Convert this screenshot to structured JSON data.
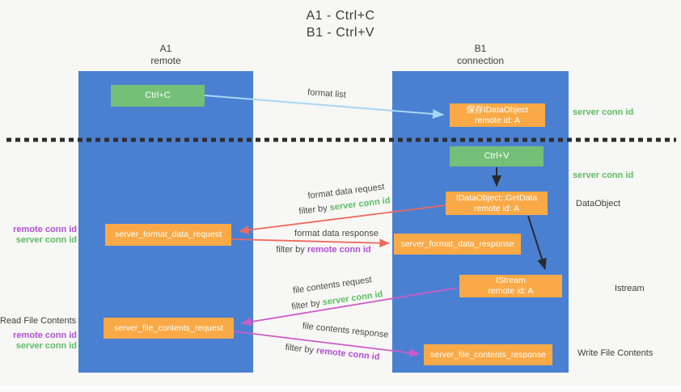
{
  "title": {
    "line1": "A1 - Ctrl+C",
    "line2": "B1 - Ctrl+V"
  },
  "columns": {
    "a1": {
      "title": "A1",
      "subtitle": "remote"
    },
    "b1": {
      "title": "B1",
      "subtitle": "connection"
    }
  },
  "nodes": {
    "ctrl_c": {
      "label": "Ctrl+C"
    },
    "ctrl_v": {
      "label": "Ctrl+V"
    },
    "save_idataobject": {
      "line1": "保存IDataObject",
      "line2": "remote id: A"
    },
    "idataobject_getdata": {
      "line1": "IDataObject::GetData",
      "line2": "remote id: A"
    },
    "istream": {
      "line1": "IStream",
      "line2": "remote id: A"
    },
    "server_format_data_request": {
      "label": "server_format_data_request"
    },
    "server_format_data_response": {
      "label": "server_format_data_response"
    },
    "server_file_contents_request": {
      "label": "server_file_contents_request"
    },
    "server_file_contents_response": {
      "label": "server_file_contents_response"
    }
  },
  "edge_labels": {
    "format_list": "format list",
    "format_data_request": "format data request",
    "format_data_response": "format data response",
    "file_contents_request": "file contents request",
    "file_contents_response": "file contents response",
    "filter_by": "filter by",
    "server_conn_id": "server conn id",
    "remote_conn_id": "remote conn id"
  },
  "side_labels": {
    "server_conn_id_top": "server conn id",
    "server_conn_id_mid": "server conn id",
    "dataobject": "DataObject",
    "istream": "Istream",
    "read_file_contents": "Read File Contents",
    "write_file_contents": "Write File Contents",
    "remote_conn_id": "remote conn id",
    "server_conn_id": "server conn id"
  },
  "colors": {
    "column_blue": "#4a80d2",
    "node_green": "#74c078",
    "node_orange": "#f9aa47",
    "server_conn_green": "#5dbd63",
    "remote_conn_purple": "#b150d2",
    "arrow_red": "#ec6a5e",
    "arrow_magenta": "#cd5cc8",
    "arrow_light_blue": "#a9d6f5",
    "arrow_black": "#2a2a2a",
    "text_dark": "#3d3d3d"
  }
}
